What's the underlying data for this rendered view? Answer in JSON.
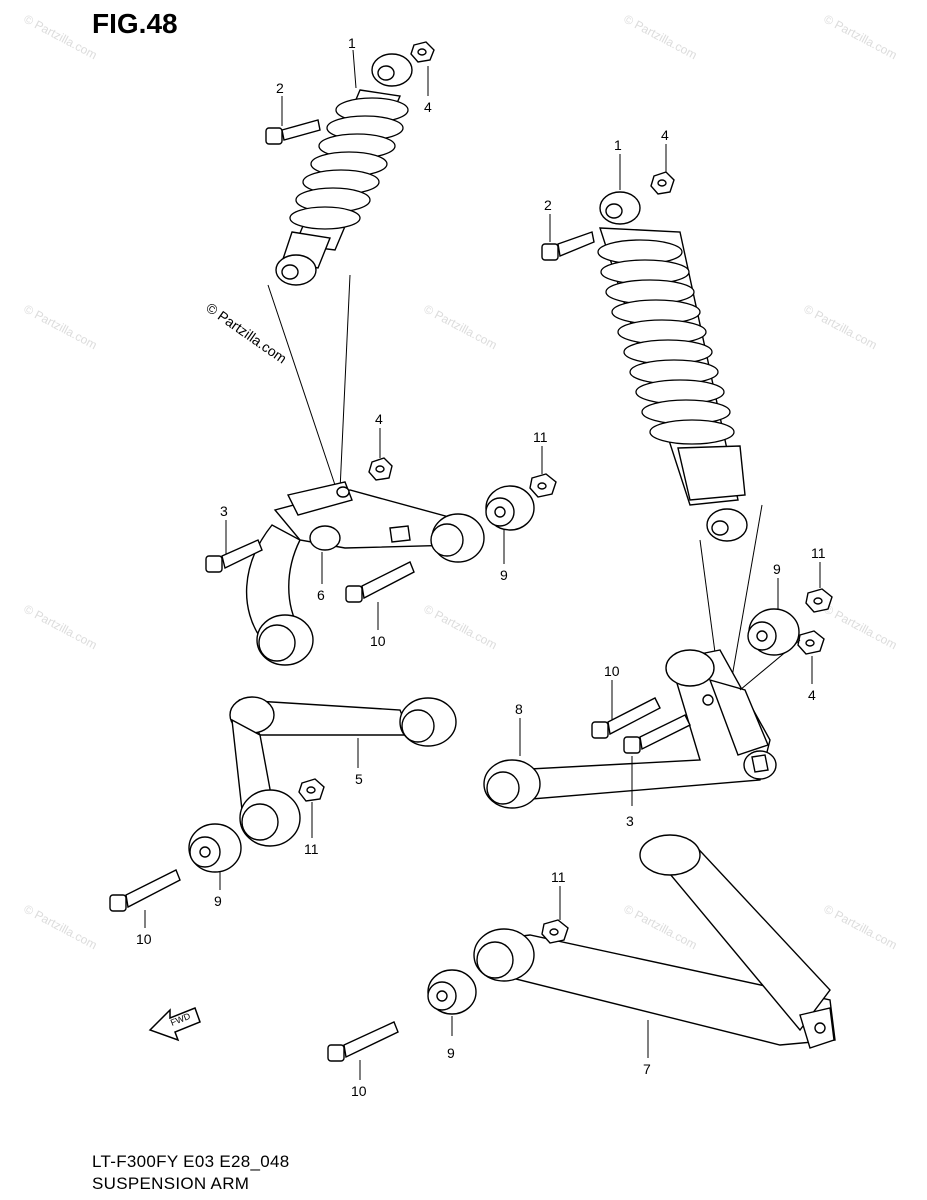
{
  "figure": {
    "title": "FIG.48",
    "model_code": "LT-F300FY E03 E28_048",
    "section_name": "SUSPENSION ARM",
    "direction_arrow_text": "FWD",
    "copyright_stamp": "© Partzilla.com",
    "watermark_text": "© Partzilla.com"
  },
  "callouts": [
    {
      "id": "c1a",
      "text": "1"
    },
    {
      "id": "c2a",
      "text": "2"
    },
    {
      "id": "c4a",
      "text": "4"
    },
    {
      "id": "c4b",
      "text": "4"
    },
    {
      "id": "c11a",
      "text": "11"
    },
    {
      "id": "c3a",
      "text": "3"
    },
    {
      "id": "c6",
      "text": "6"
    },
    {
      "id": "c9a",
      "text": "9"
    },
    {
      "id": "c10a",
      "text": "10"
    },
    {
      "id": "c1b",
      "text": "1"
    },
    {
      "id": "c4c",
      "text": "4"
    },
    {
      "id": "c2b",
      "text": "2"
    },
    {
      "id": "c11b",
      "text": "11"
    },
    {
      "id": "c9b",
      "text": "9"
    },
    {
      "id": "c10b",
      "text": "10"
    },
    {
      "id": "c4d",
      "text": "4"
    },
    {
      "id": "c8",
      "text": "8"
    },
    {
      "id": "c3b",
      "text": "3"
    },
    {
      "id": "c5",
      "text": "5"
    },
    {
      "id": "c11c",
      "text": "11"
    },
    {
      "id": "c9c",
      "text": "9"
    },
    {
      "id": "c10c",
      "text": "10"
    },
    {
      "id": "c11d",
      "text": "11"
    },
    {
      "id": "c9d",
      "text": "9"
    },
    {
      "id": "c7",
      "text": "7"
    },
    {
      "id": "c10d",
      "text": "10"
    }
  ]
}
